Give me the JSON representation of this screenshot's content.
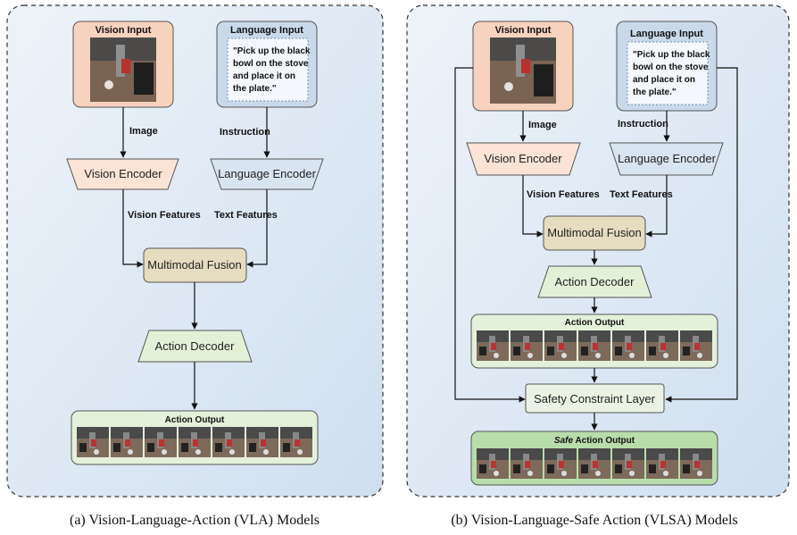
{
  "left": {
    "vision_input": "Vision Input",
    "language_input": "Language Input",
    "instruction_lines": [
      "\"Pick up the black",
      "bowl on the stove",
      "and place it on",
      "the plate.\""
    ],
    "image_label": "Image",
    "instruction_label": "Instruction",
    "vision_encoder": "Vision Encoder",
    "language_encoder": "Language Encoder",
    "vision_features": "Vision Features",
    "text_features": "Text Features",
    "fusion": "Multimodal Fusion",
    "decoder": "Action Decoder",
    "action_output": "Action Output",
    "caption": "(a) Vision-Language-Action (VLA) Models"
  },
  "right": {
    "vision_input": "Vision Input",
    "language_input": "Language Input",
    "instruction_lines": [
      "\"Pick up the black",
      "bowl on the stove",
      "and place it on",
      "the plate.\""
    ],
    "image_label": "Image",
    "instruction_label": "Instruction",
    "vision_encoder": "Vision Encoder",
    "language_encoder": "Language Encoder",
    "vision_features": "Vision Features",
    "text_features": "Text Features",
    "fusion": "Multimodal Fusion",
    "decoder": "Action Decoder",
    "action_output": "Action Output",
    "safety_layer": "Safety Constraint Layer",
    "safe_word": "Safe",
    "safe_action_output": " Action Output",
    "caption": "(b) Vision-Language-Safe Action (VLSA) Models"
  },
  "colors": {
    "panel_bg": "#dce8f5",
    "vision_box": "#f7d2bf",
    "language_box": "#c9d9ea",
    "encoder_vision": "#fbe3d6",
    "encoder_language": "#d8e4f0",
    "fusion": "#e6dcc0",
    "decoder": "#e2f0d8",
    "output": "#e4f1da",
    "safe_output": "#b9dcab"
  }
}
